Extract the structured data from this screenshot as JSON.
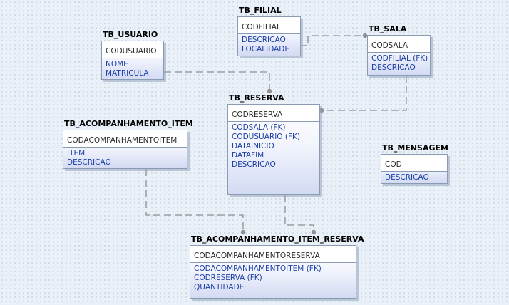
{
  "diagram": {
    "entities": [
      {
        "id": "tb_filial",
        "title": "TB_FILIAL",
        "pk": "CODFILIAL",
        "attributes": [
          "DESCRICAO",
          "LOCALIDADE"
        ]
      },
      {
        "id": "tb_usuario",
        "title": "TB_USUARIO",
        "pk": "CODUSUARIO",
        "attributes": [
          "NOME",
          "MATRICULA"
        ]
      },
      {
        "id": "tb_sala",
        "title": "TB_SALA",
        "pk": "CODSALA",
        "attributes": [
          "CODFILIAL (FK)",
          "DESCRICAO"
        ]
      },
      {
        "id": "tb_reserva",
        "title": "TB_RESERVA",
        "pk": "CODRESERVA",
        "attributes": [
          "CODSALA (FK)",
          "CODUSUARIO (FK)",
          "DATAINICIO",
          "DATAFIM",
          "DESCRICAO"
        ]
      },
      {
        "id": "tb_acompanhamento_item",
        "title": "TB_ACOMPANHAMENTO_ITEM",
        "pk": "CODACOMPANHAMENTOITEM",
        "attributes": [
          "ITEM",
          "DESCRICAO"
        ]
      },
      {
        "id": "tb_mensagem",
        "title": "TB_MENSAGEM",
        "pk": "COD",
        "attributes": [
          "DESCRICAO"
        ]
      },
      {
        "id": "tb_acompanhamento_item_reserva",
        "title": "TB_ACOMPANHAMENTO_ITEM_RESERVA",
        "pk": "CODACOMPANHAMENTORESERVA",
        "attributes": [
          "CODACOMPANHAMENTOITEM (FK)",
          "CODRESERVA (FK)",
          "QUANTIDADE"
        ]
      }
    ],
    "relationships": [
      {
        "from": "tb_filial",
        "to": "tb_sala"
      },
      {
        "from": "tb_usuario",
        "to": "tb_reserva"
      },
      {
        "from": "tb_sala",
        "to": "tb_reserva"
      },
      {
        "from": "tb_acompanhamento_item",
        "to": "tb_acompanhamento_item_reserva"
      },
      {
        "from": "tb_reserva",
        "to": "tb_acompanhamento_item_reserva"
      }
    ],
    "colors": {
      "background": "#e9f0f7",
      "border": "#8a9bb4",
      "attribute_text": "#1c3fa6",
      "pk_text": "#2a2a2a",
      "connector": "#8f8f8f"
    }
  }
}
